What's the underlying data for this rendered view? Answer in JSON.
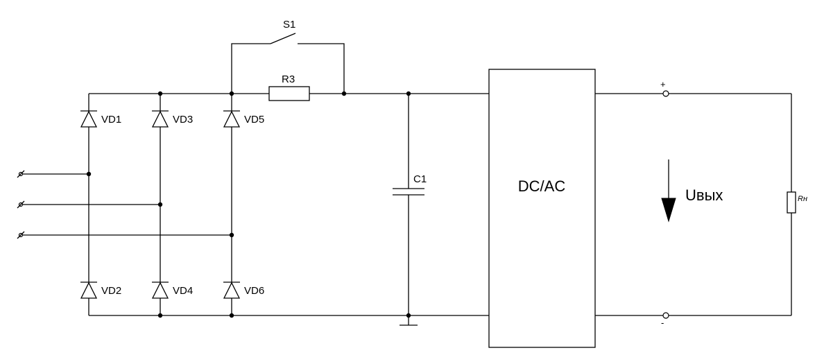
{
  "diagram": {
    "diodes": {
      "vd1": "VD1",
      "vd2": "VD2",
      "vd3": "VD3",
      "vd4": "VD4",
      "vd5": "VD5",
      "vd6": "VD6"
    },
    "switch_label": "S1",
    "resistor_label": "R3",
    "capacitor_label": "C1",
    "converter_label": "DC/AC",
    "output_voltage_label": "Uвых",
    "load_label": "Rн",
    "plus_terminal": "+",
    "minus_terminal": "-"
  }
}
